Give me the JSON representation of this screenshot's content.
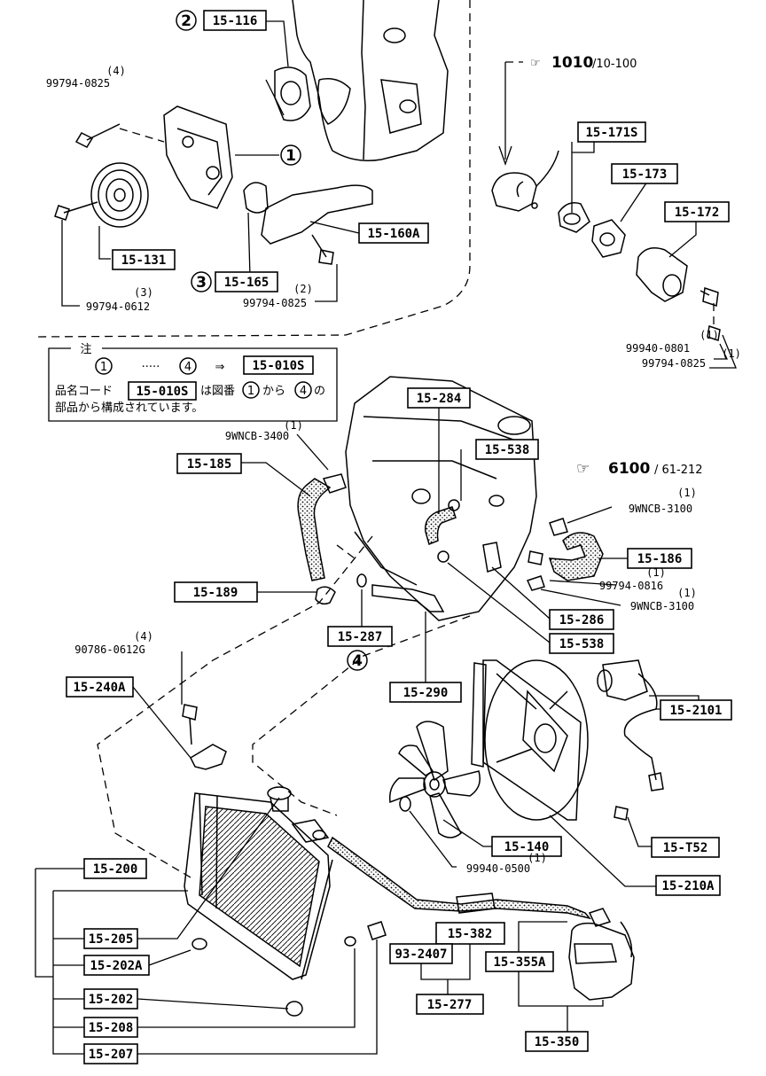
{
  "labels": {
    "l_15_116": "15-116",
    "l_15_131": "15-131",
    "l_15_160a": "15-160A",
    "l_15_165": "15-165",
    "l_15_171s": "15-171S",
    "l_15_173": "15-173",
    "l_15_172": "15-172",
    "l_15_010s": "15-010S",
    "l_15_010s_b": "15-010S",
    "l_15_284": "15-284",
    "l_15_538a": "15-538",
    "l_15_185": "15-185",
    "l_15_186": "15-186",
    "l_15_189": "15-189",
    "l_15_286": "15-286",
    "l_15_538b": "15-538",
    "l_15_287": "15-287",
    "l_15_290": "15-290",
    "l_15_240a": "15-240A",
    "l_15_2101": "15-2101",
    "l_15_t52": "15-T52",
    "l_15_140": "15-140",
    "l_15_210a": "15-210A",
    "l_15_200": "15-200",
    "l_15_205": "15-205",
    "l_15_202a": "15-202A",
    "l_15_202": "15-202",
    "l_15_208": "15-208",
    "l_15_207": "15-207",
    "l_15_382": "15-382",
    "l_93_2407": "93-2407",
    "l_15_277": "15-277",
    "l_15_355a": "15-355A",
    "l_15_350": "15-350"
  },
  "codes": {
    "c1": "99794-0825",
    "c1q": "(4)",
    "c2": "99794-0612",
    "c2q": "(3)",
    "c3": "99794-0825",
    "c3q": "(2)",
    "c4": "99940-0801",
    "c4q": "(1)",
    "c5": "99794-0825",
    "c5q": "(1)",
    "c6": "9WNCB-3400",
    "c6q": "(1)",
    "c7": "9WNCB-3100",
    "c7q": "(1)",
    "c8": "99794-0816",
    "c8q": "(1)",
    "c9": "9WNCB-3100",
    "c9q": "(1)",
    "c10": "90786-0612G",
    "c10q": "(4)",
    "c11": "99940-0500",
    "c11q": "(1)"
  },
  "refs": {
    "r1_main": "1010",
    "r1_sub": "/10-100",
    "r2_main": "6100",
    "r2_sub": "/ 61-212"
  },
  "circles": {
    "n1": "1",
    "n2": "2",
    "n3": "3",
    "n4": "4",
    "nb1": "1",
    "nb4": "4",
    "nc1": "1",
    "nc4": "4"
  },
  "note": {
    "title": "注",
    "dots": "·····",
    "arrow": "⇒",
    "line2_a": "品名コード",
    "line2_b": "は図番",
    "line2_c": "から",
    "line2_d": "の",
    "line3": "部品から構成されています。"
  }
}
